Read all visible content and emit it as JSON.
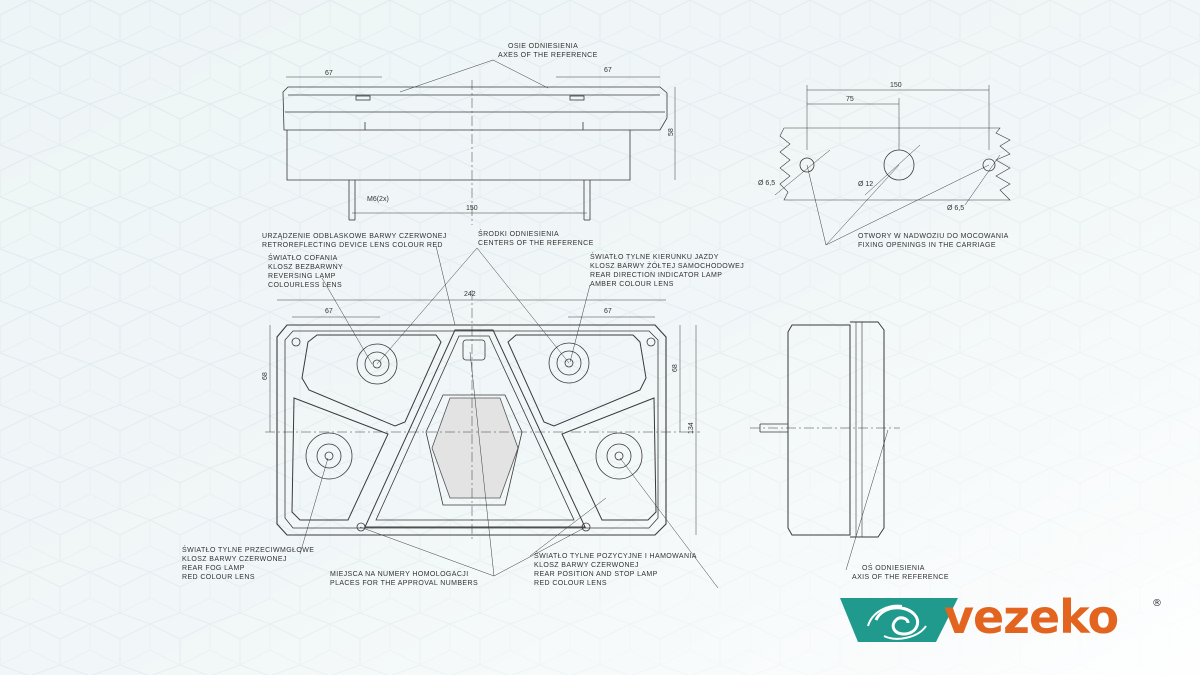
{
  "labels": {
    "axes_pl": "OSIE ODNIESIENIA",
    "axes_en": "AXES OF THE REFERENCE",
    "centers_pl": "ŚRODKI ODNIESIENIA",
    "centers_en": "CENTERS OF THE REFERENCE",
    "retro_pl": "URZĄDZENIE ODBLASKOWE BARWY CZERWONEJ",
    "retro_en": "RETROREFLECTING DEVICE LENS COLOUR RED",
    "reversing": [
      "ŚWIATŁO COFANIA",
      "KLOSZ BEZBARWNY",
      "REVERSING LAMP",
      "COLOURLESS LENS"
    ],
    "direction": [
      "ŚWIATŁO TYLNE KIERUNKU JAZDY",
      "KLOSZ BARWY ŻÓŁTEJ SAMOCHODOWEJ",
      "REAR DIRECTION INDICATOR LAMP",
      "AMBER COLOUR LENS"
    ],
    "fog": [
      "ŚWIATŁO TYLNE PRZECIWMGŁOWE",
      "KLOSZ BARWY CZERWONEJ",
      "REAR FOG LAMP",
      "RED COLOUR LENS"
    ],
    "approval": [
      "MIEJSCA NA NUMERY HOMOLOGACJI",
      "PLACES FOR THE APPROVAL NUMBERS"
    ],
    "position": [
      "ŚWIATŁO TYLNE POZYCYJNE I HAMOWANIA",
      "KLOSZ BARWY CZERWONEJ",
      "REAR POSITION AND STOP LAMP",
      "RED COLOUR LENS"
    ],
    "fixing": [
      "OTWORY W NADWOZIU DO MOCOWANIA",
      "FIXING OPENINGS IN THE CARRIAGE"
    ],
    "axis": [
      "OŚ ODNIESIENIA",
      "AXIS OF THE REFERENCE"
    ]
  },
  "dims": {
    "top_left_67": "67",
    "top_right_67": "67",
    "top_height_58": "58",
    "bolt": "M6(2x)",
    "top_150": "150",
    "holes_150": "150",
    "holes_75": "75",
    "hole_left": "Ø 6,5",
    "hole_mid": "Ø 12",
    "hole_right": "Ø 6,5",
    "front_242": "242",
    "front_left_67": "67",
    "front_right_67": "67",
    "front_left_68": "68",
    "front_right_68": "68",
    "front_134": "134"
  },
  "brand": {
    "name": "vezeko",
    "reg": "®",
    "color": "#e2641f",
    "mark_color": "#1f9a8c"
  }
}
